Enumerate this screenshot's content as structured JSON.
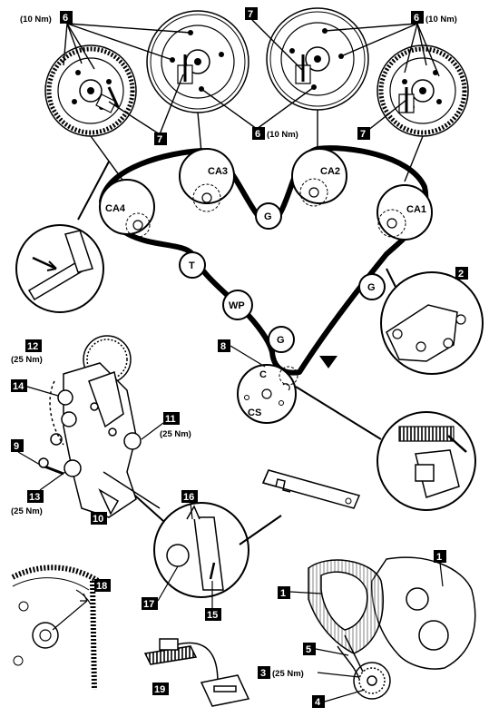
{
  "pulleys": {
    "ca4": "CA4",
    "ca3": "CA3",
    "ca2": "CA2",
    "ca1": "CA1",
    "g_top": "G",
    "g_right": "G",
    "g_lower": "G",
    "t": "T",
    "wp": "WP",
    "c": "C",
    "cs": "CS"
  },
  "callouts": {
    "n6_tl": "6",
    "n7_tr": "7",
    "n6_tr": "6",
    "n7_l": "7",
    "n6_mid": "6",
    "n7_r": "7",
    "n2": "2",
    "n8": "8",
    "n12": "12",
    "n14": "14",
    "n11": "11",
    "n9": "9",
    "n13": "13",
    "n10": "10",
    "n16": "16",
    "n17": "17",
    "n15": "15",
    "n18": "18",
    "n1_top": "1",
    "n1_left": "1",
    "n5": "5",
    "n3": "3",
    "n4": "4",
    "n19": "19"
  },
  "torques": {
    "t_tl": "(10 Nm)",
    "t_tr": "(10 Nm)",
    "t_mid": "(10 Nm)",
    "t12": "(25 Nm)",
    "t11": "(25 Nm)",
    "t13": "(25 Nm)",
    "t3": "(25 Nm)"
  }
}
